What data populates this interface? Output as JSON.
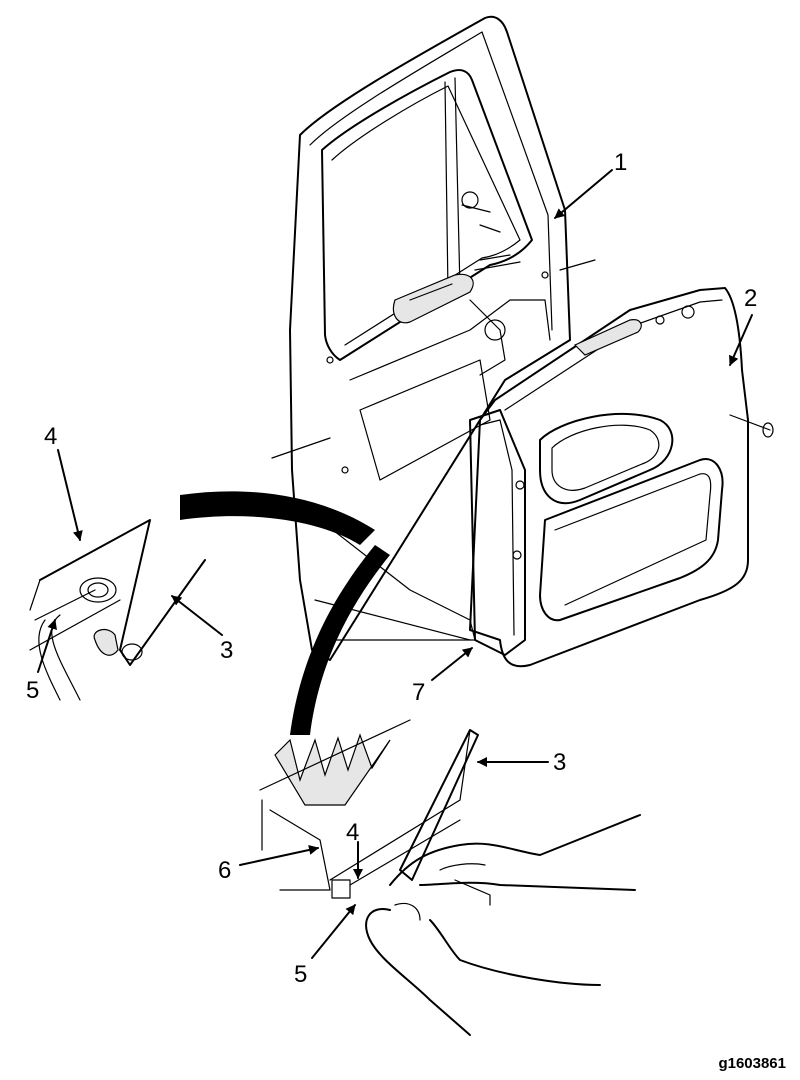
{
  "callouts": {
    "c1": "1",
    "c2": "2",
    "c3a": "3",
    "c4a": "4",
    "c5a": "5",
    "c7": "7",
    "c3b": "3",
    "c6": "6",
    "c4b": "4",
    "c5b": "5"
  },
  "figure_id": "g1603861"
}
